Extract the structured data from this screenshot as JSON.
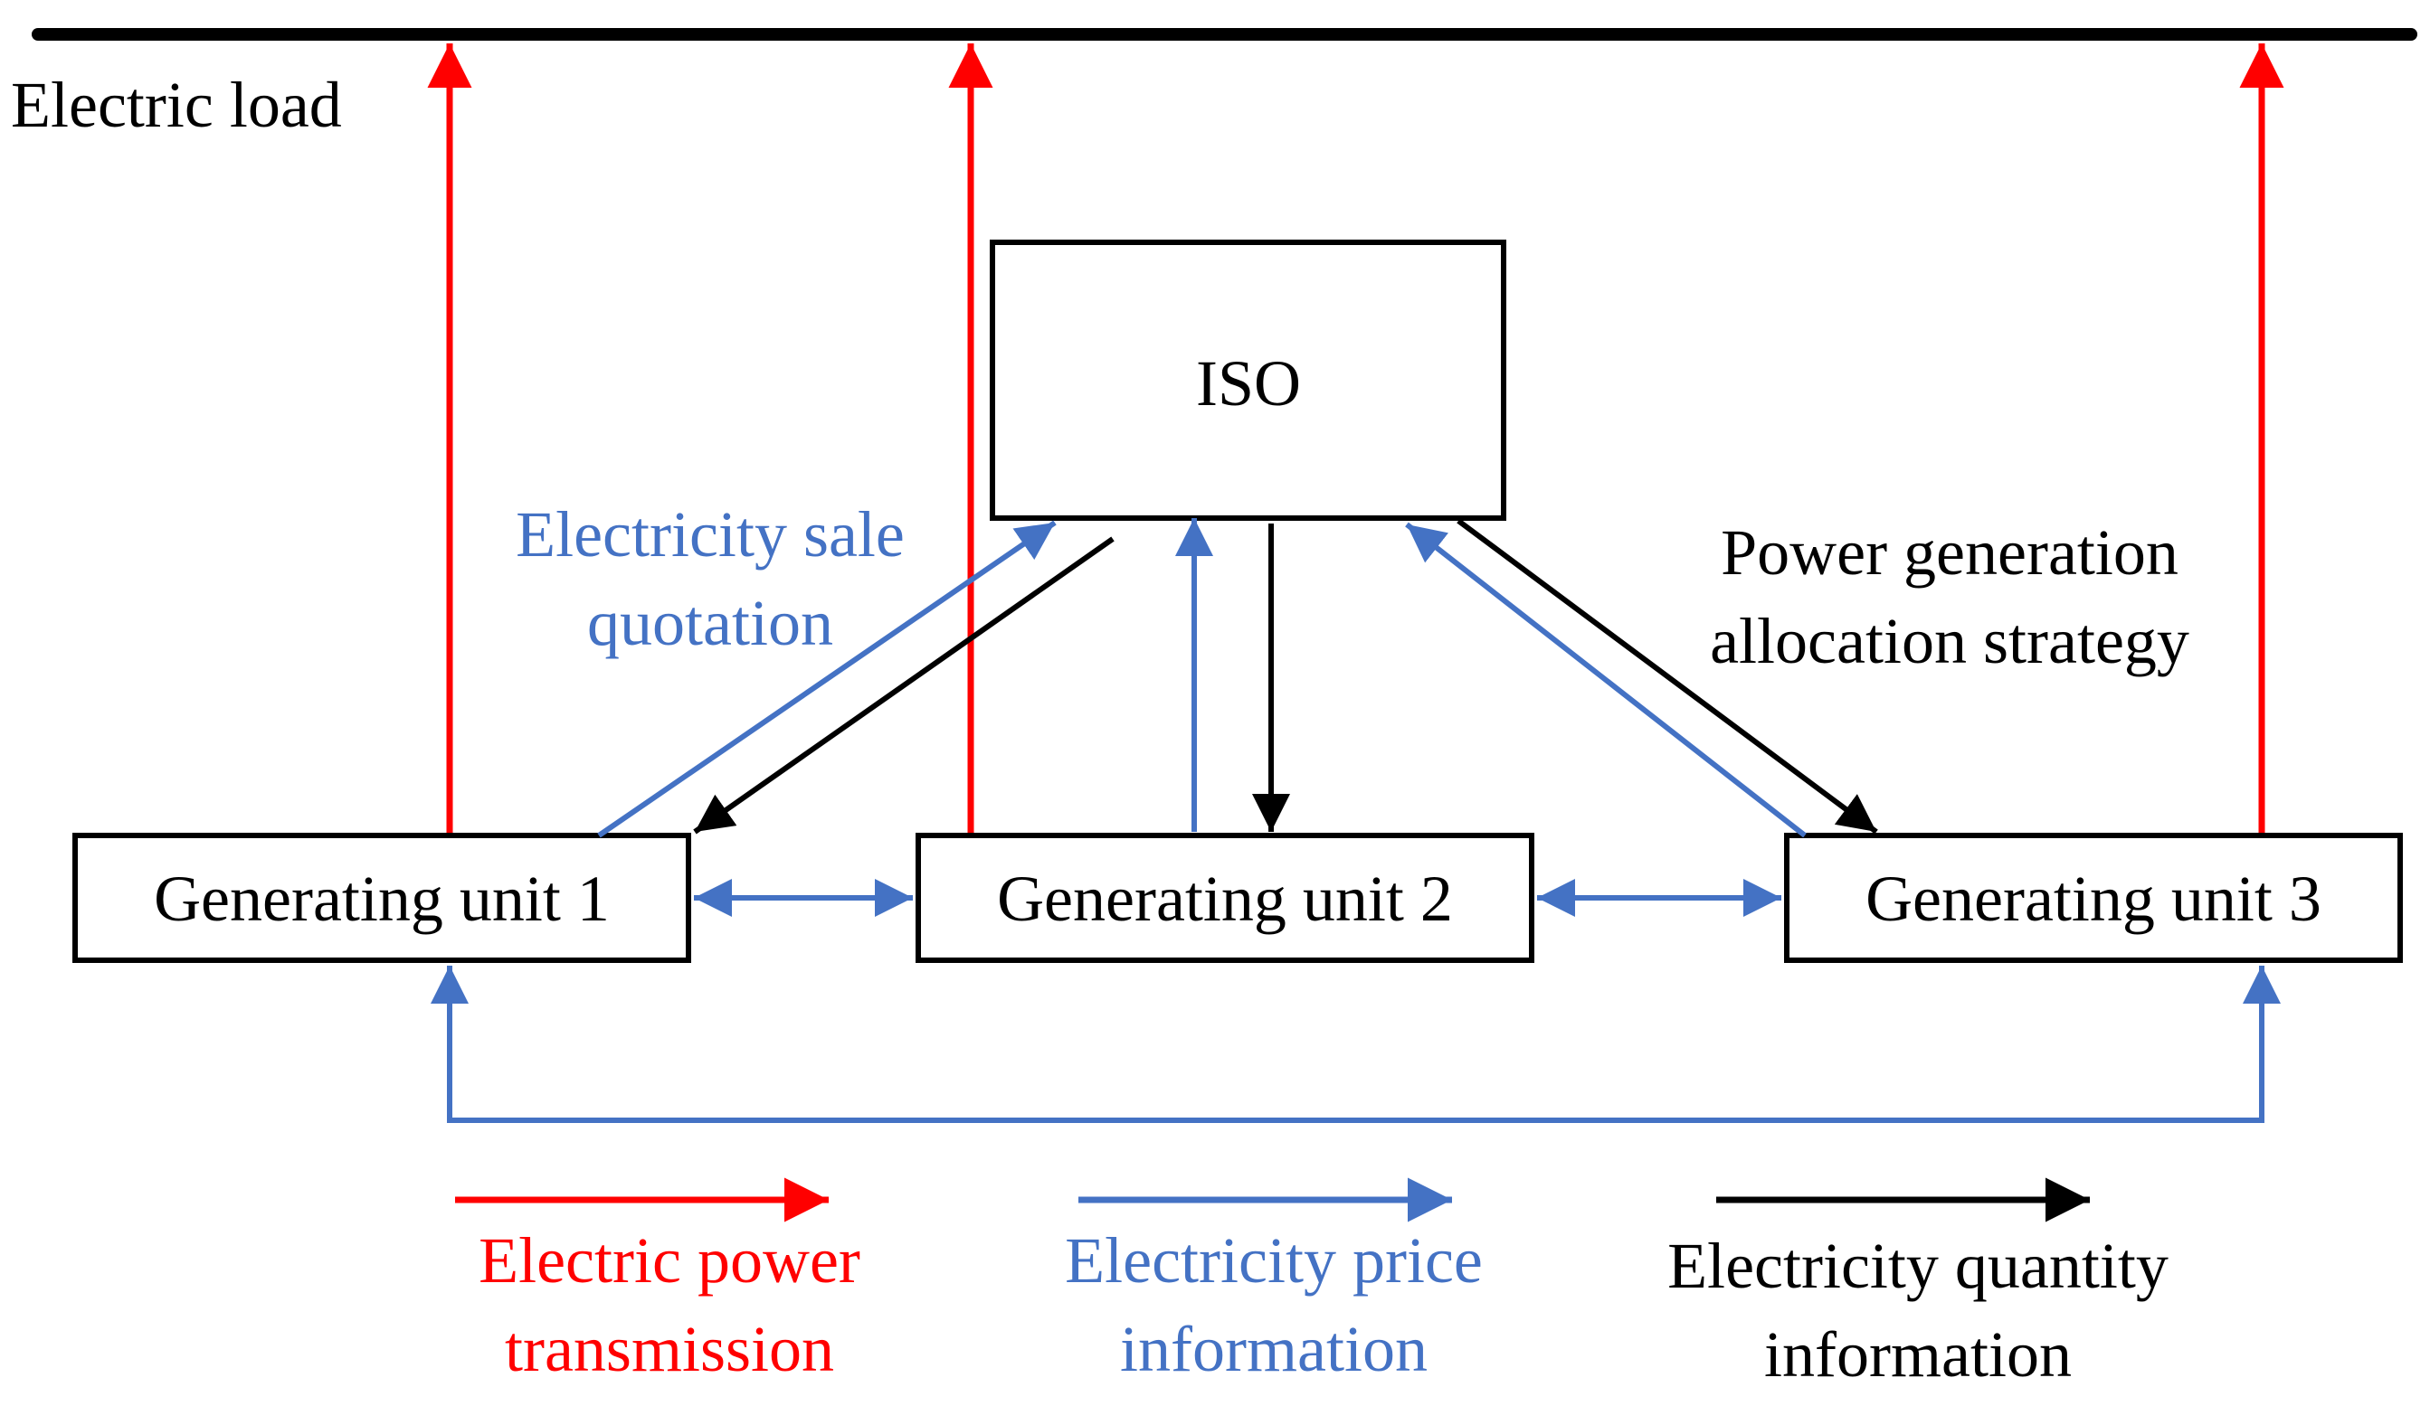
{
  "colors": {
    "power": "#ff0000",
    "price": "#4472c4",
    "quantity": "#000000"
  },
  "load_bus": {
    "label": "Electric load"
  },
  "iso": {
    "label": "ISO"
  },
  "units": [
    {
      "label": "Generating unit 1"
    },
    {
      "label": "Generating unit 2"
    },
    {
      "label": "Generating unit 3"
    }
  ],
  "annotations": {
    "quotation": [
      "Electricity sale",
      "quotation"
    ],
    "allocation": [
      "Power generation",
      "allocation strategy"
    ]
  },
  "legend": {
    "power": [
      "Electric power",
      "transmission"
    ],
    "price": [
      "Electricity price",
      "information"
    ],
    "quantity": [
      "Electricity quantity",
      "information"
    ]
  }
}
